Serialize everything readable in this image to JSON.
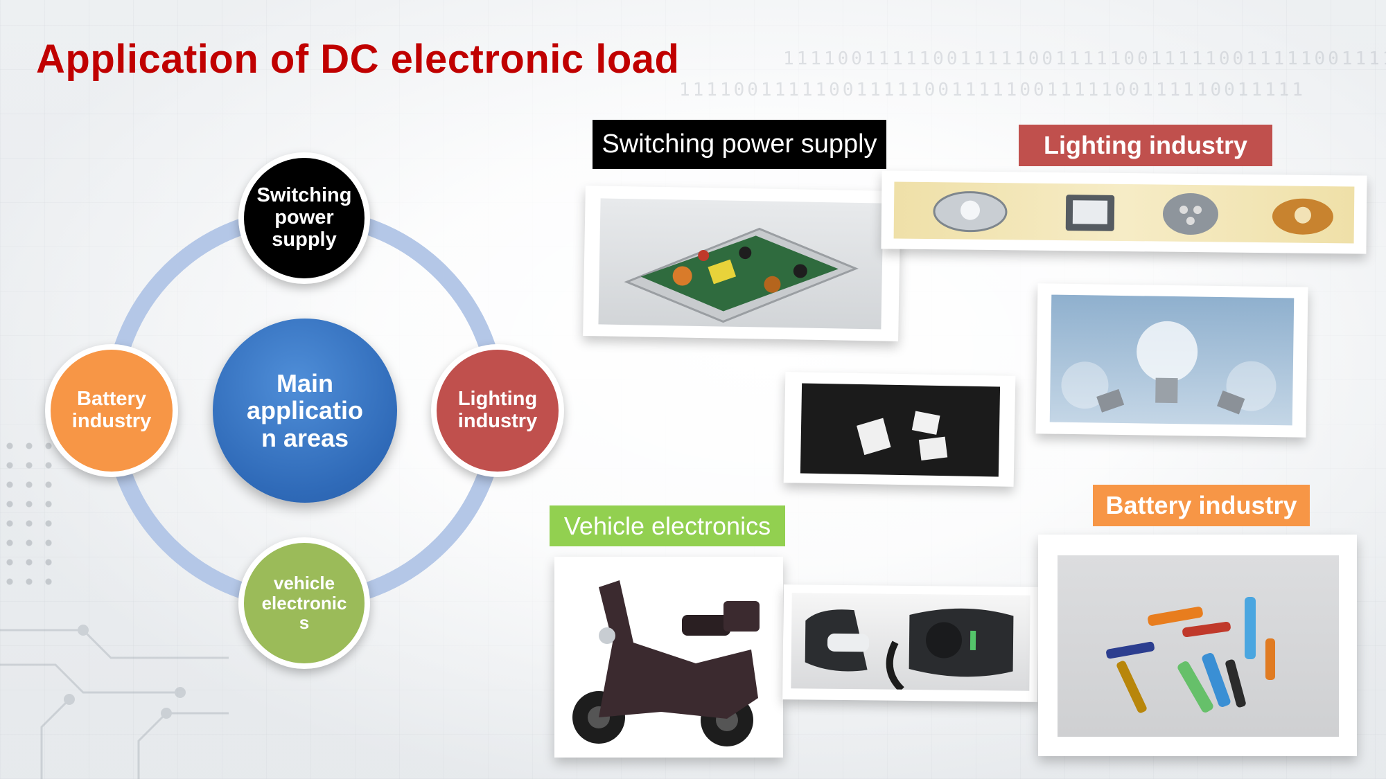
{
  "title": "Application of DC electronic load",
  "diagram": {
    "center": "Main applicatio n areas",
    "top": "Switching power supply",
    "left": "Battery industry",
    "right": "Lighting industry",
    "bottom": "vehicle electronic s"
  },
  "labels": {
    "switching": "Switching power supply",
    "lighting": "Lighting industry",
    "vehicle": "Vehicle electronics",
    "battery": "Battery industry"
  },
  "colors": {
    "title": "#c00000",
    "black": "#000000",
    "orange": "#f79646",
    "red": "#c0504d",
    "green": "#9bbb59",
    "label_green": "#92d050",
    "blue": "#3a77c4",
    "ring": "#b4c7e7"
  },
  "photos": [
    {
      "name": "power-supply-board-photo"
    },
    {
      "name": "led-lights-strip-photo"
    },
    {
      "name": "light-bulbs-photo"
    },
    {
      "name": "white-adapters-photo"
    },
    {
      "name": "electric-scooter-photo"
    },
    {
      "name": "ev-charger-photo"
    },
    {
      "name": "batteries-photo"
    }
  ]
}
